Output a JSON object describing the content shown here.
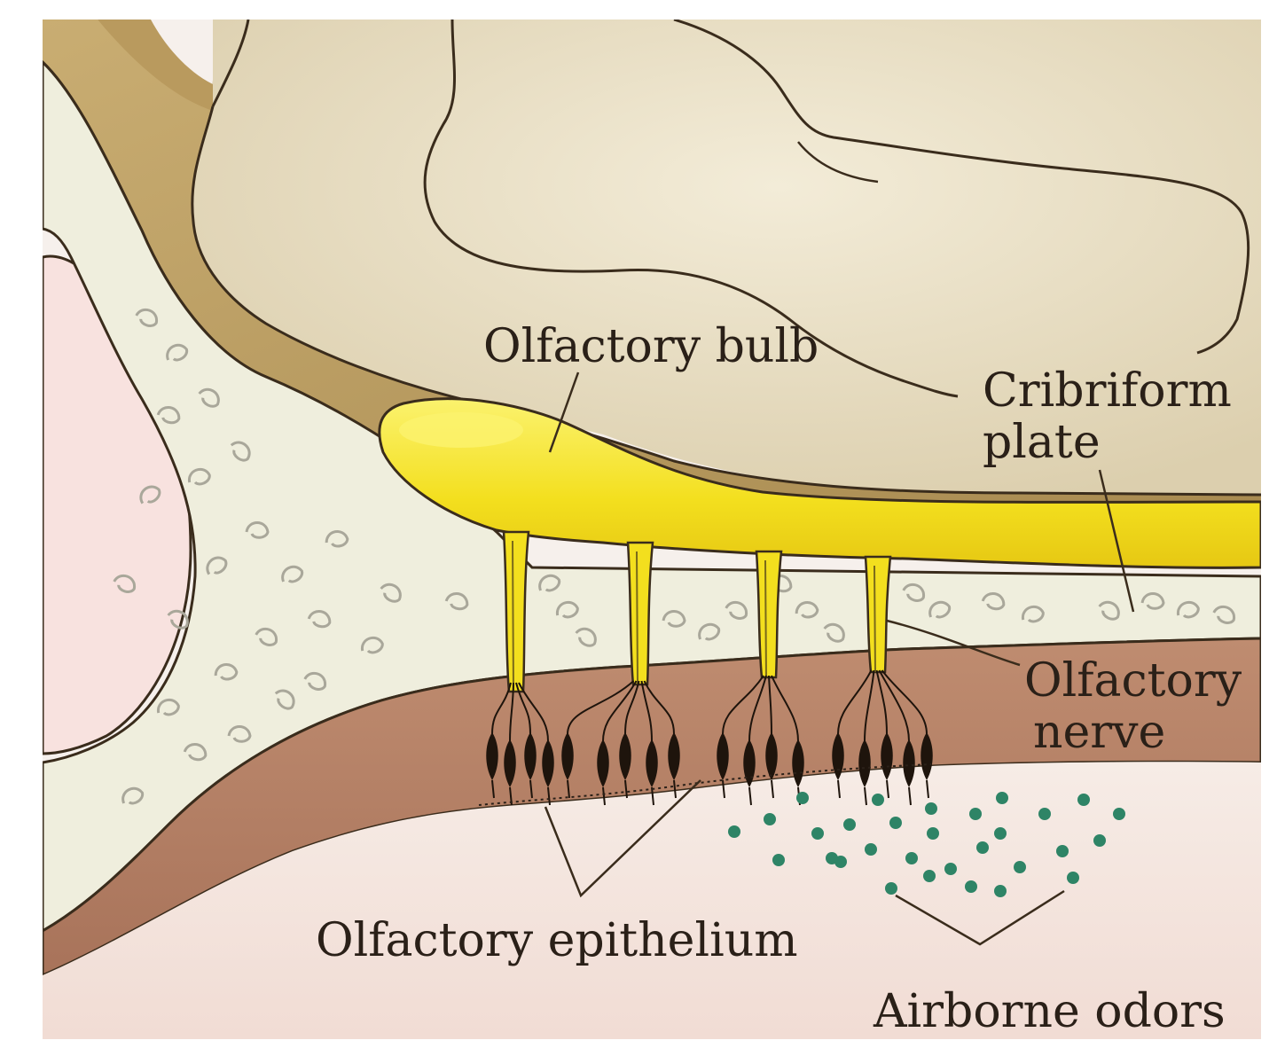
{
  "labels": {
    "olfactory_bulb": "Olfactory bulb",
    "cribriform_line1": "Cribriform",
    "cribriform_line2": "plate",
    "nerve_line1": "Olfactory",
    "nerve_line2": "nerve",
    "epithelium": "Olfactory epithelium",
    "odors": "Airborne odors"
  },
  "colors": {
    "frame": "#f6f0ec",
    "brain": "#ece2c8",
    "dura": "#b99a5e",
    "bone": "#efeedd",
    "bone_marks": "#a9a79a",
    "bulb": "#f3df1e",
    "bulb_highlight": "#fbf26e",
    "mucosa": "#b47f63",
    "nasal_cavity": "#f5e7e1",
    "left_pink": "#f8e2df",
    "neuron": "#1e140c",
    "odor_dot": "#2e8466",
    "outline": "#3a2c1c"
  },
  "icons": {
    "odor": "odor-dot-icon",
    "receptor": "receptor-neuron-icon",
    "bone_cell": "bone-cell-icon"
  }
}
